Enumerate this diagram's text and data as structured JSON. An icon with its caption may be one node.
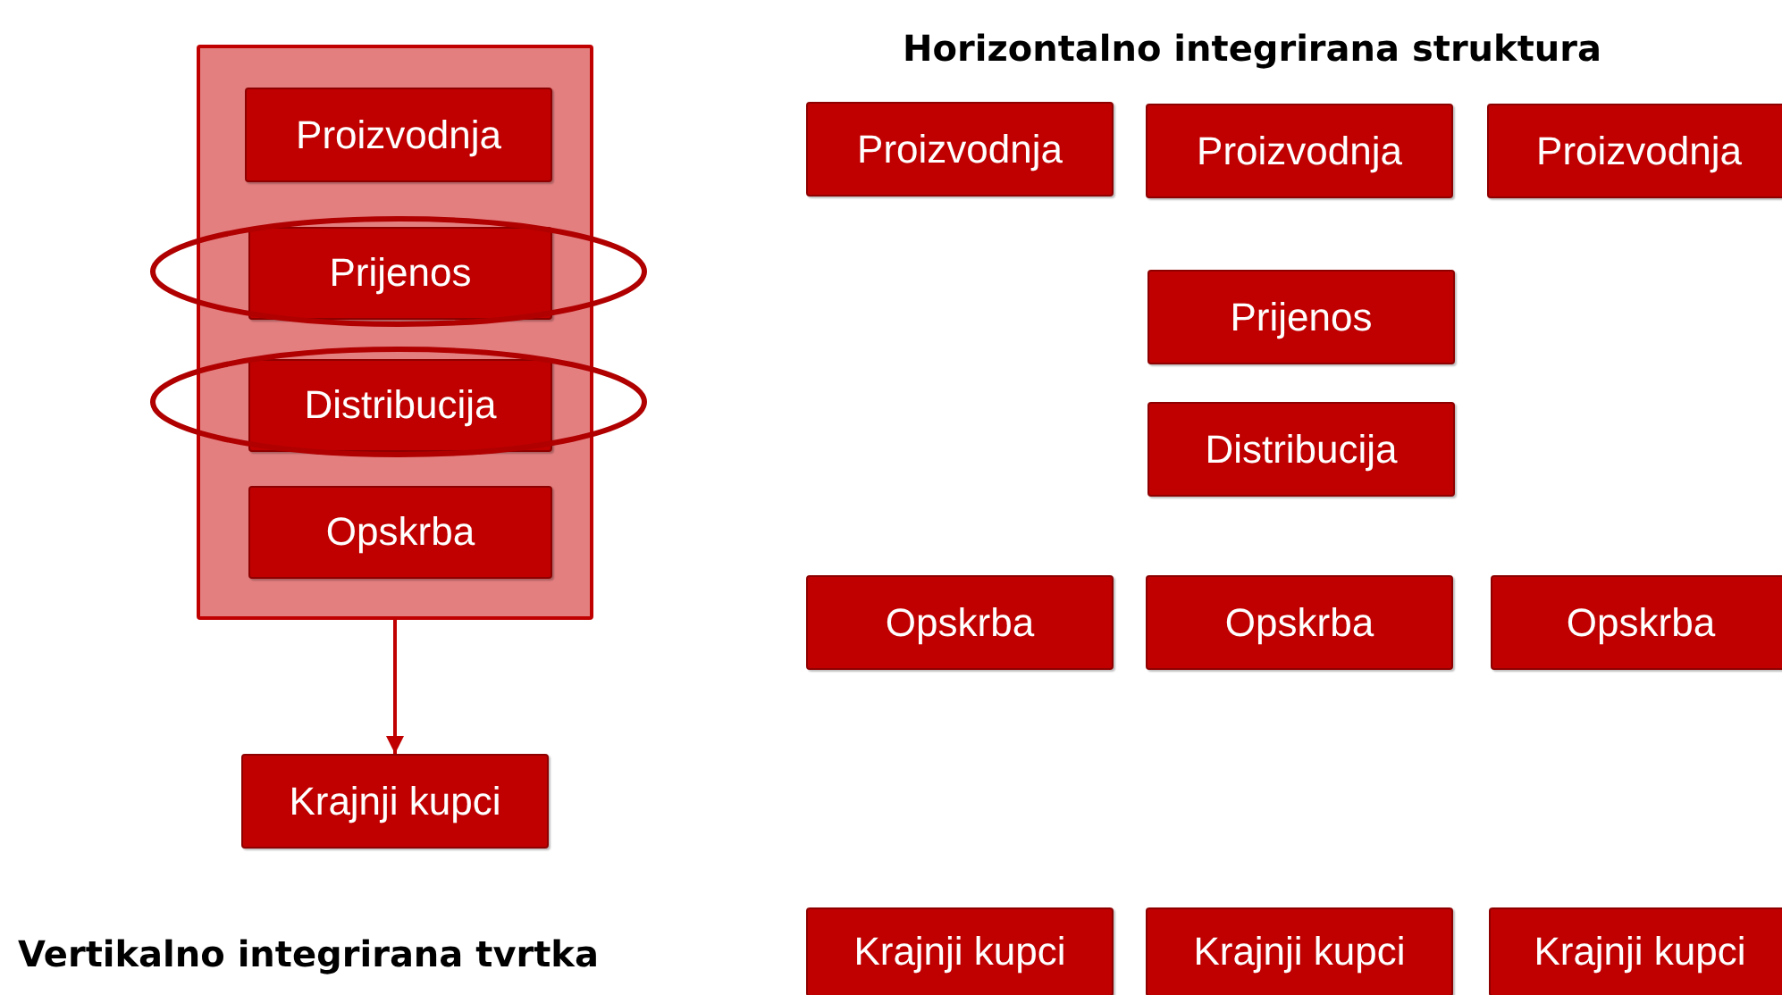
{
  "diagram": {
    "nodes": [
      {
        "text": [],
        "shape": "box"
      },
      {
        "text": [
          "Proizvodnja"
        ],
        "in": 0
      },
      {
        "text": [
          "Prijenos"
        ],
        "in": 0
      },
      {
        "text": [
          "Distribucija"
        ],
        "in": 0
      },
      {
        "text": [
          "Opskrba"
        ],
        "in": 0
      },
      {
        "text": [
          "Krajnji kupci"
        ]
      },
      {
        "text": [
          "Proizvodnja"
        ]
      },
      {
        "text": [
          "Proizvodnja"
        ]
      },
      {
        "text": [
          "Proizvodnja"
        ]
      },
      {
        "text": [
          "Prijenos"
        ]
      },
      {
        "text": [
          "Distribucija"
        ]
      },
      {
        "text": [
          "Opskrba"
        ]
      },
      {
        "text": [
          "Opskrba"
        ]
      },
      {
        "text": [
          "Opskrba"
        ]
      },
      {
        "text": [
          "Krajnji kupci"
        ]
      },
      {
        "text": [
          "Krajnji kupci"
        ]
      },
      {
        "text": [
          "Krajnji kupci"
        ]
      }
    ],
    "edges": [
      {
        "from": 0,
        "to": 5,
        "arrow": "to"
      }
    ],
    "labels": [
      "Horizontalno integrirana struktura",
      "Vertikalno integrirana tvrtka"
    ]
  }
}
